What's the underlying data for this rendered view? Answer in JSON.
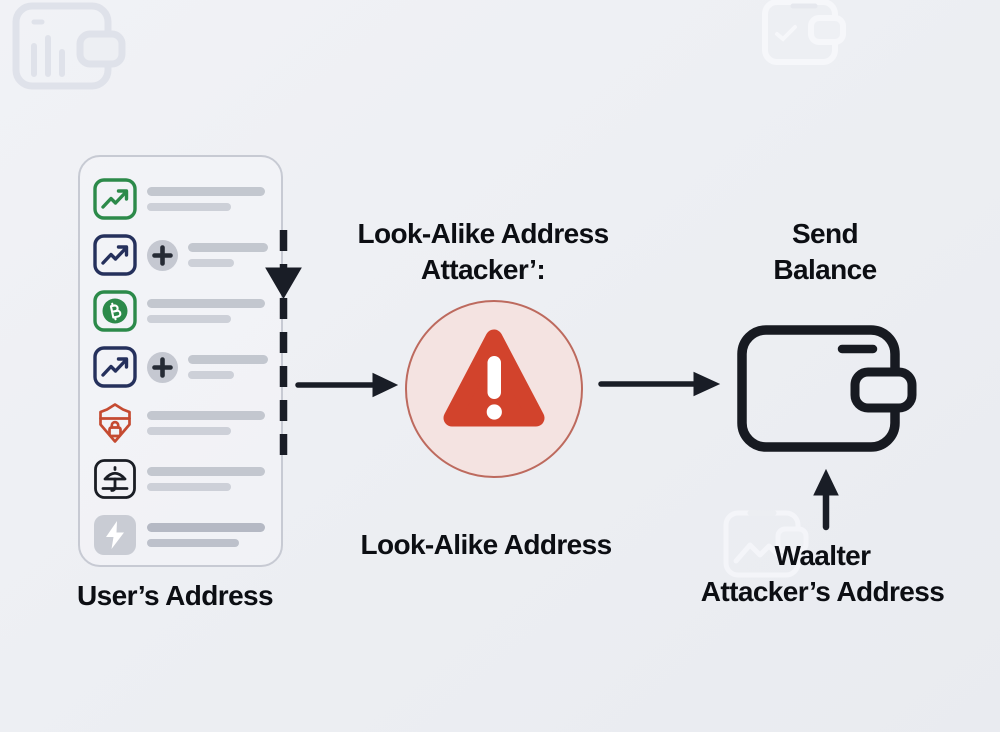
{
  "diagram": {
    "left_panel": {
      "label": "User’s Address",
      "rows": [
        {
          "icon": "trend-up-green",
          "badge": false
        },
        {
          "icon": "trend-up-navy",
          "badge": true
        },
        {
          "icon": "bitcoin",
          "badge": false
        },
        {
          "icon": "trend-up-navy",
          "badge": true
        },
        {
          "icon": "shield-lock",
          "badge": false
        },
        {
          "icon": "umbrella",
          "badge": false
        },
        {
          "icon": "lightning",
          "badge": false
        }
      ]
    },
    "center": {
      "title_line1": "Look-Alike Address",
      "title_line2": "Attacker’:",
      "caption": "Look-Alike Address"
    },
    "right": {
      "title_line1": "Send",
      "title_line2": "Balance",
      "caption_line1": "Waalter",
      "caption_line2": "Attacker’s Address"
    },
    "colors": {
      "background": "#edeff3",
      "warning_red": "#d2432c",
      "warning_circle_fill": "#f4e3e1",
      "warning_circle_border": "#bd6a5e",
      "icon_green": "#2c8a4a",
      "icon_navy": "#25305c",
      "icon_red": "#c54a31",
      "icon_black": "#1a1d24",
      "icon_gray": "#c9ccd4",
      "arrow_dark": "#191d26"
    }
  }
}
